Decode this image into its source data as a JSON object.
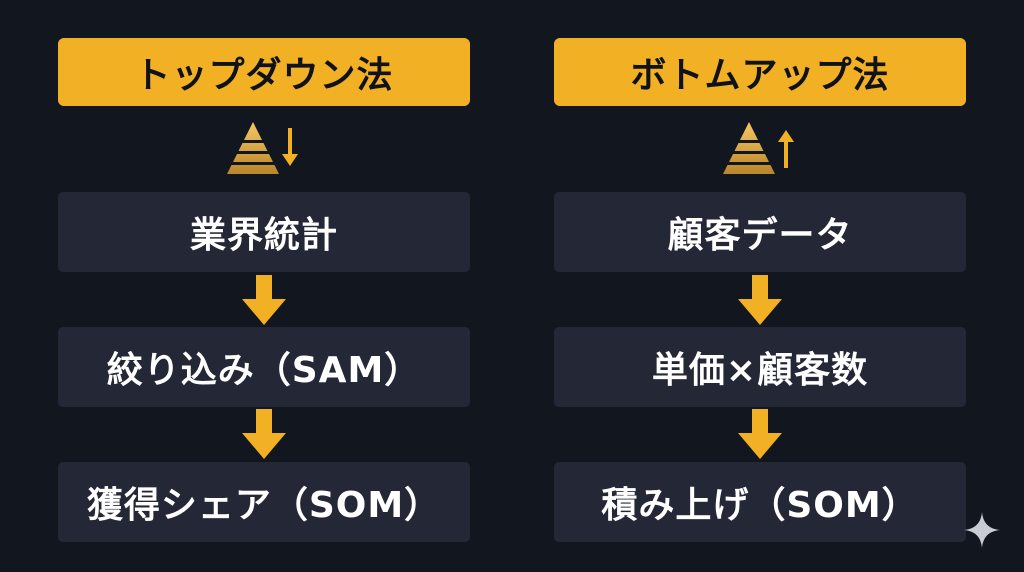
{
  "left": {
    "title": "トップダウン法",
    "steps": [
      "業界統計",
      "絞り込み（SAM）",
      "獲得シェア（SOM）"
    ],
    "direction_icon": "pyramid-down-arrow-icon"
  },
  "right": {
    "title": "ボトムアップ法",
    "steps": [
      "顧客データ",
      "単価×顧客数",
      "積み上げ（SOM）"
    ],
    "direction_icon": "pyramid-up-arrow-icon"
  },
  "colors": {
    "background": "#12161e",
    "accent": "#f2b024",
    "box": "#242735",
    "text": "#ffffff",
    "header_text": "#0f1218"
  },
  "icons": {
    "flow_arrow": "down-arrow-icon",
    "corner_mark": "sparkle-icon"
  }
}
